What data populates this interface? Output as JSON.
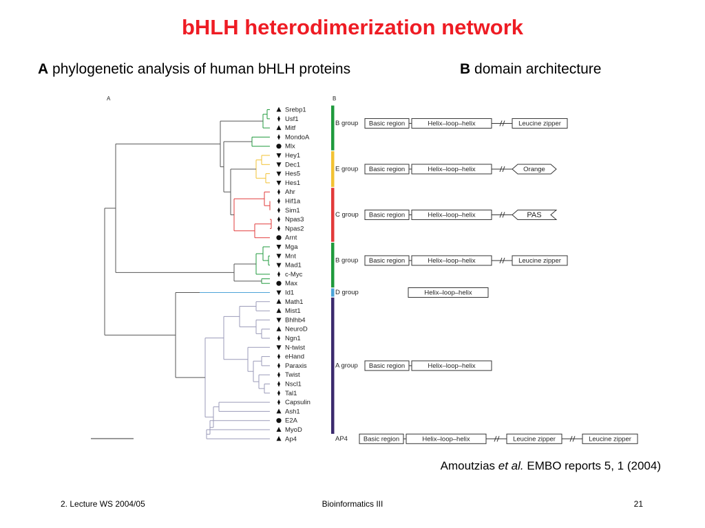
{
  "slide": {
    "title": "bHLH heterodimerization network",
    "panel_a": {
      "letter": "A",
      "label": "phylogenetic analysis of human bHLH proteins"
    },
    "panel_b": {
      "letter": "B",
      "label": "domain architecture"
    },
    "citation": {
      "author": "Amoutzias",
      "etal": "et al.",
      "rest": "EMBO reports 5, 1 (2004)"
    },
    "footer": {
      "left": "2. Lecture WS 2004/05",
      "center": "Bioinformatics III",
      "right": "21"
    }
  },
  "figure": {
    "corner_a": "A",
    "corner_b": "B",
    "colors": {
      "green": "#1f9a3c",
      "yellow": "#f2c233",
      "red": "#e23a3a",
      "blue": "#4aa3d8",
      "purple": "#3b2a6e",
      "gray": "#9a9ab8"
    },
    "leaves": [
      {
        "name": "Srebp1",
        "marker": "up"
      },
      {
        "name": "Usf1",
        "marker": "diamond"
      },
      {
        "name": "Mitf",
        "marker": "up"
      },
      {
        "name": "MondoA",
        "marker": "diamond"
      },
      {
        "name": "Mlx",
        "marker": "circle"
      },
      {
        "name": "Hey1",
        "marker": "down"
      },
      {
        "name": "Dec1",
        "marker": "down"
      },
      {
        "name": "Hes5",
        "marker": "down"
      },
      {
        "name": "Hes1",
        "marker": "down"
      },
      {
        "name": "Ahr",
        "marker": "diamond"
      },
      {
        "name": "Hif1a",
        "marker": "diamond"
      },
      {
        "name": "Sim1",
        "marker": "diamond"
      },
      {
        "name": "Npas3",
        "marker": "diamond"
      },
      {
        "name": "Npas2",
        "marker": "diamond"
      },
      {
        "name": "Arnt",
        "marker": "circle"
      },
      {
        "name": "Mga",
        "marker": "down"
      },
      {
        "name": "Mnt",
        "marker": "down"
      },
      {
        "name": "Mad1",
        "marker": "down"
      },
      {
        "name": "c-Myc",
        "marker": "diamond"
      },
      {
        "name": "Max",
        "marker": "circle"
      },
      {
        "name": "Id1",
        "marker": "down"
      },
      {
        "name": "Math1",
        "marker": "up"
      },
      {
        "name": "Mist1",
        "marker": "up"
      },
      {
        "name": "Bhlhb4",
        "marker": "down"
      },
      {
        "name": "NeuroD",
        "marker": "up"
      },
      {
        "name": "Ngn1",
        "marker": "diamond"
      },
      {
        "name": "N-twist",
        "marker": "down"
      },
      {
        "name": "eHand",
        "marker": "diamond"
      },
      {
        "name": "Paraxis",
        "marker": "diamond"
      },
      {
        "name": "Twist",
        "marker": "diamond"
      },
      {
        "name": "Nscl1",
        "marker": "diamond"
      },
      {
        "name": "Tal1",
        "marker": "diamond"
      },
      {
        "name": "Capsulin",
        "marker": "diamond"
      },
      {
        "name": "Ash1",
        "marker": "up"
      },
      {
        "name": "E2A",
        "marker": "circle"
      },
      {
        "name": "MyoD",
        "marker": "up"
      },
      {
        "name": "Ap4",
        "marker": "up"
      }
    ],
    "groups": [
      {
        "label": "B group",
        "start": 0,
        "end": 4,
        "color": "green",
        "row": 1.5,
        "domains": [
          {
            "t": "Basic region",
            "kind": "box"
          },
          {
            "t": "Helix–loop–helix",
            "kind": "box"
          },
          {
            "t": "Leucine zipper",
            "kind": "box"
          }
        ]
      },
      {
        "label": "E group",
        "start": 5,
        "end": 8,
        "color": "yellow",
        "row": 6.5,
        "domains": [
          {
            "t": "Basic region",
            "kind": "box"
          },
          {
            "t": "Helix–loop–helix",
            "kind": "box"
          },
          {
            "t": "Orange",
            "kind": "hex"
          }
        ]
      },
      {
        "label": "C group",
        "start": 9,
        "end": 14,
        "color": "red",
        "row": 11.5,
        "domains": [
          {
            "t": "Basic region",
            "kind": "box"
          },
          {
            "t": "Helix–loop–helix",
            "kind": "box"
          },
          {
            "t": "PAS",
            "kind": "notch"
          }
        ]
      },
      {
        "label": "B group",
        "start": 15,
        "end": 19,
        "color": "green",
        "row": 16.5,
        "domains": [
          {
            "t": "Basic region",
            "kind": "box"
          },
          {
            "t": "Helix–loop–helix",
            "kind": "box"
          },
          {
            "t": "Leucine zipper",
            "kind": "box"
          }
        ]
      },
      {
        "label": "D group",
        "start": 20,
        "end": 20,
        "color": "blue",
        "row": 20,
        "domains": [
          {
            "t": "Helix–loop–helix",
            "kind": "box"
          }
        ]
      },
      {
        "label": "A group",
        "start": 21,
        "end": 35,
        "color": "purple",
        "row": 28,
        "domains": [
          {
            "t": "Basic region",
            "kind": "box"
          },
          {
            "t": "Helix–loop–helix",
            "kind": "box"
          }
        ]
      },
      {
        "label": "AP4",
        "start": 36,
        "end": 36,
        "color": "none",
        "row": 36,
        "domains": [
          {
            "t": "Basic region",
            "kind": "box"
          },
          {
            "t": "Helix–loop–helix",
            "kind": "box"
          },
          {
            "t": "Leucine zipper",
            "kind": "box"
          },
          {
            "t": "Leucine zipper",
            "kind": "box"
          }
        ]
      }
    ]
  }
}
